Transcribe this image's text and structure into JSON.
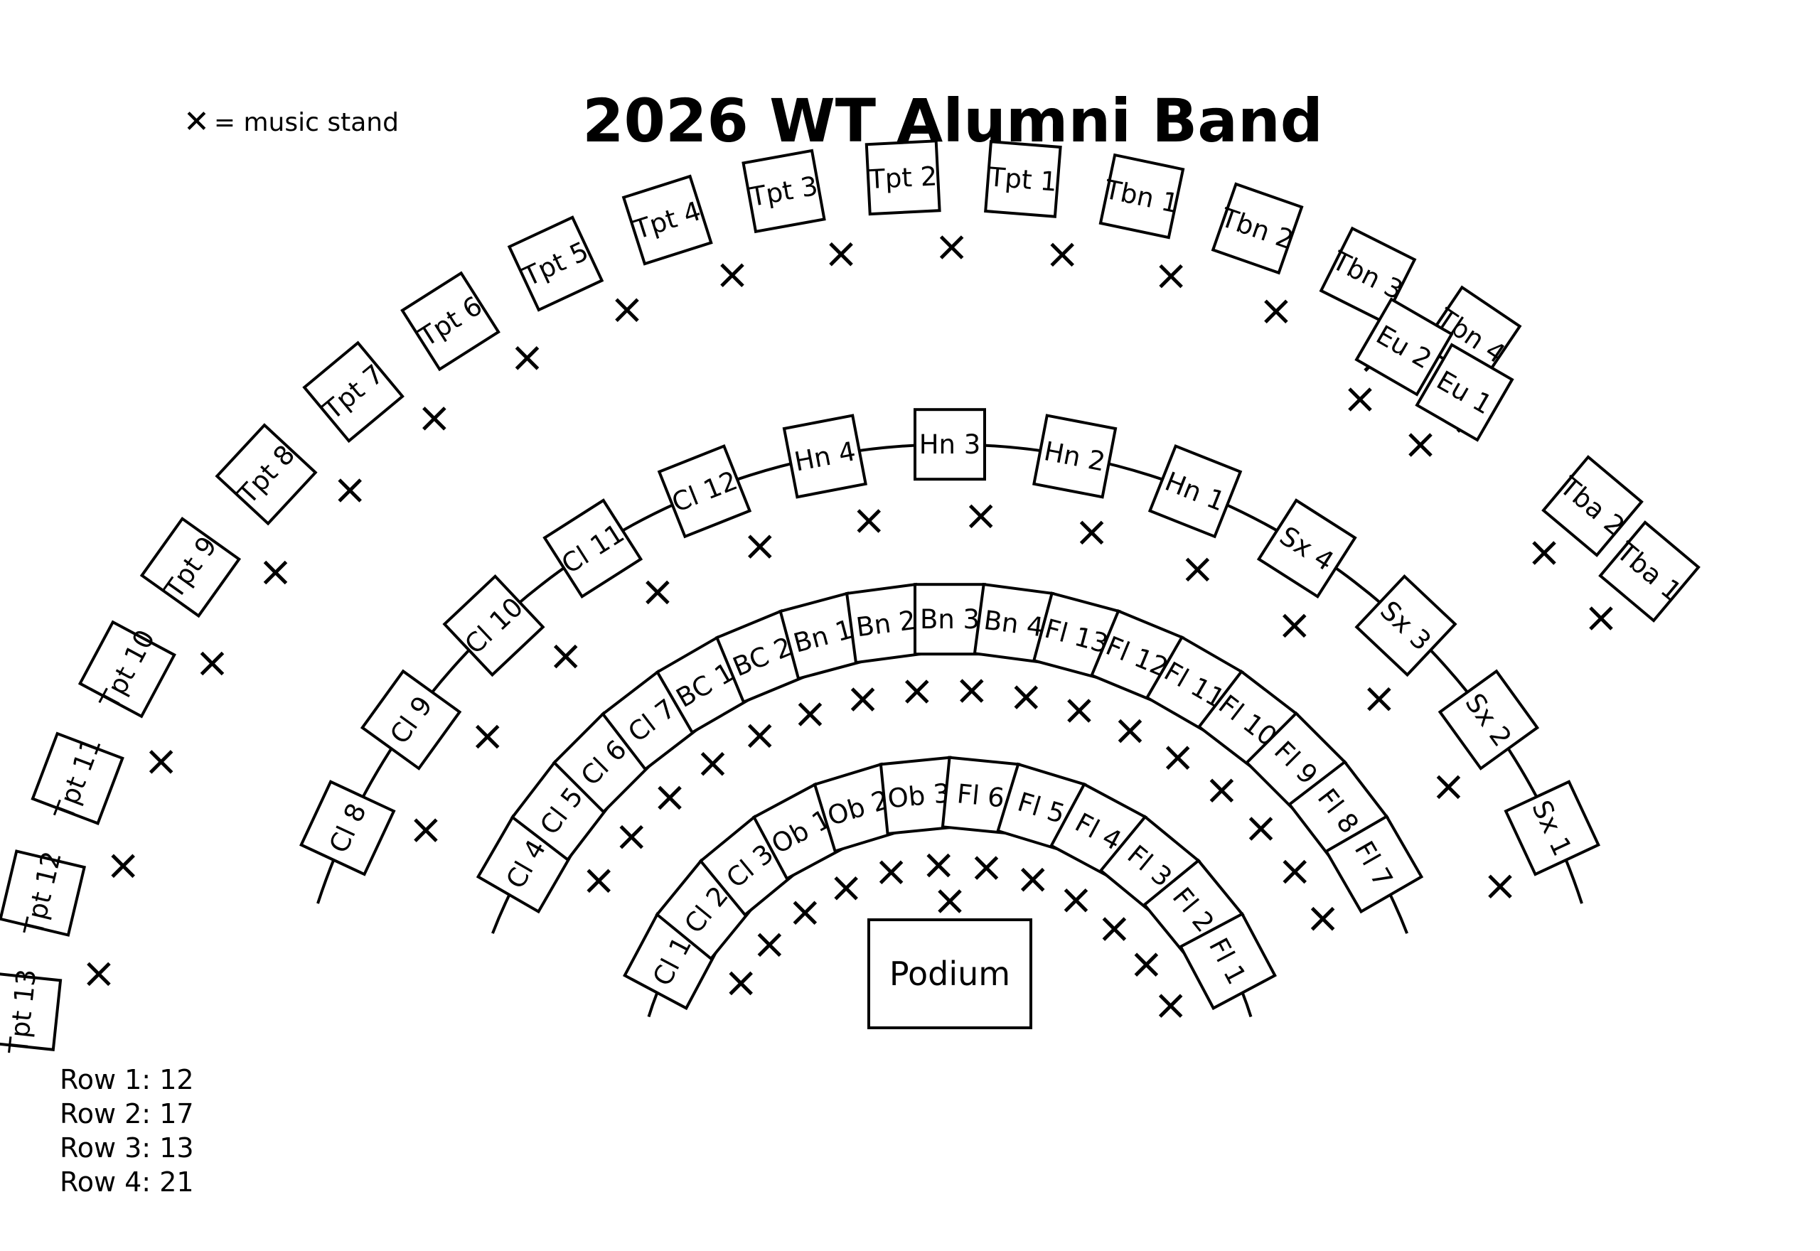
{
  "title": "2026 WT Alumni Band",
  "legend": {
    "symbol": "✕",
    "text": "= music stand"
  },
  "podium": {
    "label": "Podium"
  },
  "row_counts": [
    {
      "label": "Row 1:",
      "value": "12"
    },
    {
      "label": "Row 2:",
      "value": "17"
    },
    {
      "label": "Row 3:",
      "value": "13"
    },
    {
      "label": "Row 4:",
      "value": "21"
    }
  ],
  "arcs": [
    {
      "name": "row-1",
      "radius": 0.27,
      "from_deg": -73,
      "to_deg": 73
    },
    {
      "name": "row-2",
      "radius": 0.42,
      "from_deg": -69,
      "to_deg": 69
    },
    {
      "name": "row-3",
      "radius": 0.57,
      "from_deg": -72,
      "to_deg": 72
    }
  ],
  "row1": [
    "Cl 1",
    "Cl 2",
    "Cl 3",
    "Ob 1",
    "Ob 2",
    "Ob 3",
    "Fl 6",
    "Fl 5",
    "Fl 4",
    "Fl 3",
    "Fl 2",
    "Fl 1"
  ],
  "row2": [
    "Cl 4",
    "Cl 5",
    "Cl 6",
    "Cl 7",
    "BC 1",
    "BC 2",
    "Bn 1",
    "Bn 2",
    "Bn 3",
    "Bn 4",
    "Fl 13",
    "Fl 12",
    "Fl 11",
    "Fl 10",
    "Fl 9",
    "Fl 8",
    "Fl 7"
  ],
  "row3": [
    "Cl 8",
    "Cl 9",
    "Cl 10",
    "Cl 11",
    "Cl 12",
    "Hn 4",
    "Hn 3",
    "Hn 2",
    "Hn 1",
    "Sx 4",
    "Sx 3",
    "Sx 2",
    "Sx 1"
  ],
  "row4": [
    "Tpt 13",
    "Tpt 12",
    "Tpt 11",
    "Tpt 10",
    "Tpt 9",
    "Tpt 8",
    "Tpt 7",
    "Tpt 6",
    "Tpt 5",
    "Tpt 4",
    "Tpt 3",
    "Tpt 2",
    "Tpt 1",
    "Tbn 1",
    "Tbn 2",
    "Tbn 3",
    "Tbn 4"
  ],
  "euphoniums": [
    "Eu 2",
    "Eu 1"
  ],
  "tubas": [
    "Tba 2",
    "Tba 1"
  ],
  "colors": {
    "ink": "#000000",
    "background": "#ffffff"
  }
}
